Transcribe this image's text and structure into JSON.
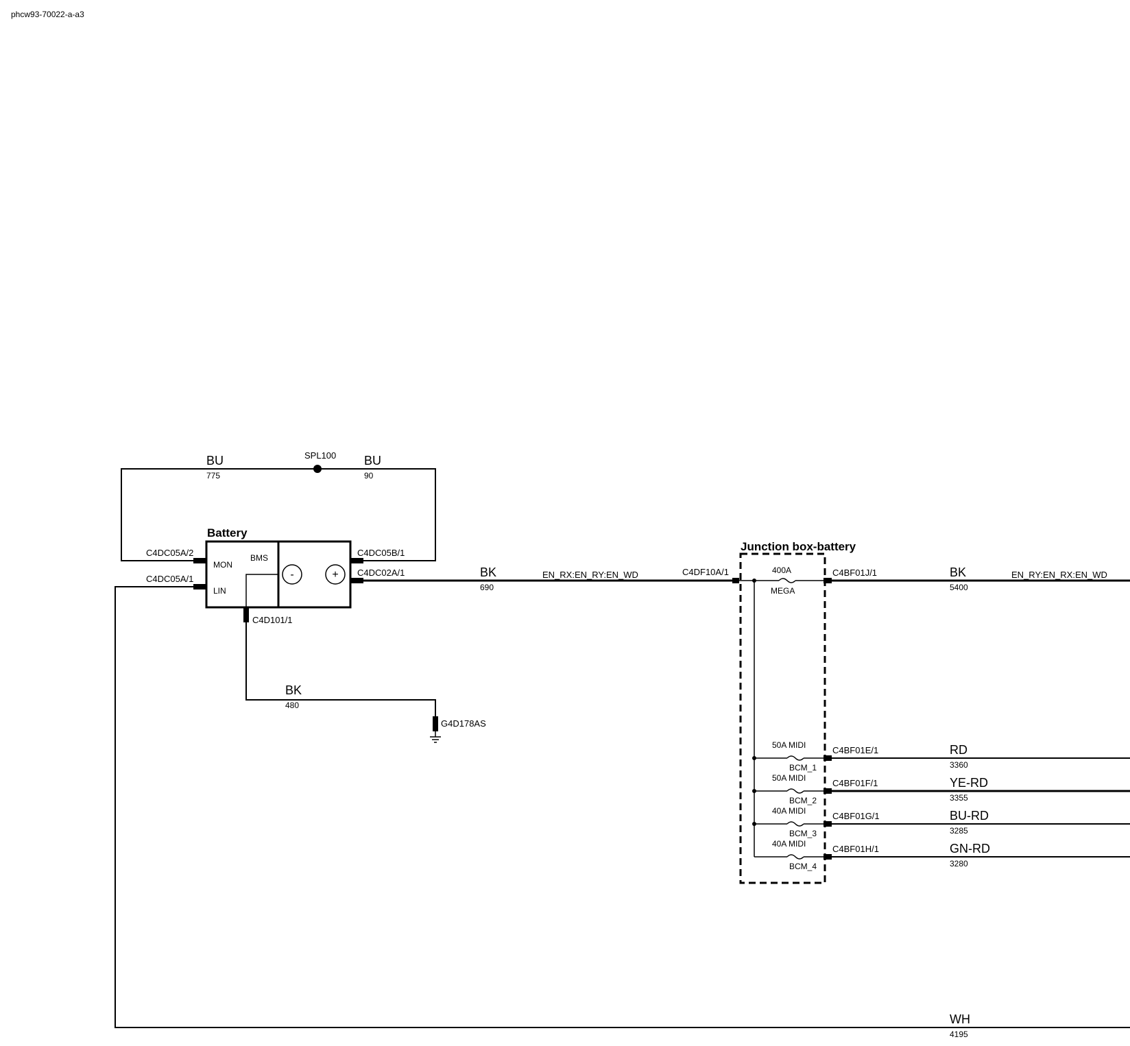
{
  "document_id": "phcw93-70022-a-a3",
  "battery": {
    "title": "Battery",
    "mon_label": "MON",
    "lin_label": "LIN",
    "bms_label": "BMS",
    "minus_symbol": "-",
    "plus_symbol": "+",
    "conn_mon": "C4DC05A/2",
    "conn_lin": "C4DC05A/1",
    "conn_b": "C4DC05B/1",
    "conn_pos": "C4DC02A/1",
    "conn_ground": "C4D101/1"
  },
  "splice": {
    "label": "SPL100"
  },
  "wires": {
    "bu_left": {
      "color": "BU",
      "number": "775"
    },
    "bu_right": {
      "color": "BU",
      "number": "90"
    },
    "bk_ground": {
      "color": "BK",
      "number": "480"
    },
    "bk_main": {
      "color": "BK",
      "number": "690",
      "options": "EN_RX:EN_RY:EN_WD"
    },
    "bk_out": {
      "color": "BK",
      "number": "5400",
      "options": "EN_RY:EN_RX:EN_WD"
    },
    "rd": {
      "color": "RD",
      "number": "3360"
    },
    "ye_rd": {
      "color": "YE-RD",
      "number": "3355"
    },
    "bu_rd": {
      "color": "BU-RD",
      "number": "3285"
    },
    "gn_rd": {
      "color": "GN-RD",
      "number": "3280"
    },
    "wh": {
      "color": "WH",
      "number": "4195"
    }
  },
  "ground": {
    "label": "G4D178AS"
  },
  "junction_box": {
    "title": "Junction box-battery",
    "conn_in": "C4DF10A/1",
    "main_fuse": {
      "rating": "400A",
      "type": "MEGA",
      "conn": "C4BF01J/1"
    },
    "fuses": [
      {
        "rating": "50A MIDI",
        "name": "BCM_1",
        "conn": "C4BF01E/1"
      },
      {
        "rating": "50A MIDI",
        "name": "BCM_2",
        "conn": "C4BF01F/1"
      },
      {
        "rating": "40A MIDI",
        "name": "BCM_3",
        "conn": "C4BF01G/1"
      },
      {
        "rating": "40A MIDI",
        "name": "BCM_4",
        "conn": "C4BF01H/1"
      }
    ]
  }
}
